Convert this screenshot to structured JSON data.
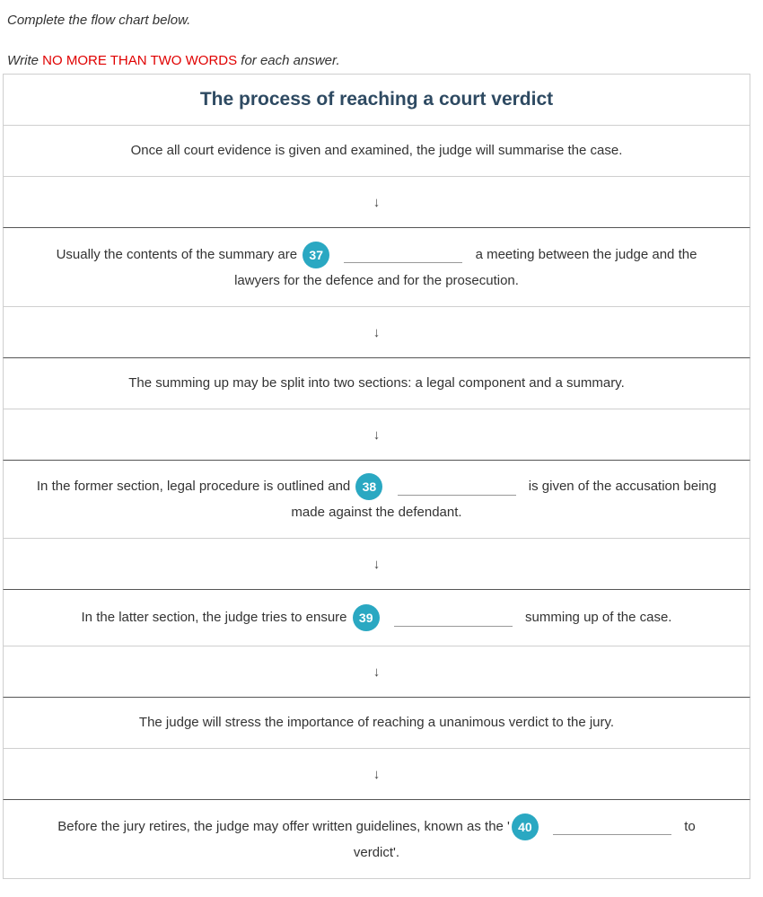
{
  "instructions": {
    "line1": "Complete the flow chart below.",
    "line2_prefix": "Write ",
    "line2_emphasis": "NO MORE THAN TWO WORDS",
    "line2_suffix": " for each answer."
  },
  "flowchart": {
    "title": "The process of reaching a court verdict",
    "arrow_symbol": "↓",
    "step1": "Once all court evidence is given and examined, the judge will summarise the case.",
    "step2": {
      "before": "Usually the contents of the summary are",
      "number": "37",
      "after": "a meeting between the judge and the",
      "line2": "lawyers for the defence and for the prosecution."
    },
    "step3": "The summing up may be split into two sections: a legal component and a summary.",
    "step4": {
      "before": "In the former section, legal procedure is outlined and",
      "number": "38",
      "after": "is given of the accusation being",
      "line2": "made against the defendant."
    },
    "step5": {
      "before": "In the latter section, the judge tries to ensure",
      "number": "39",
      "after": "summing up of the case."
    },
    "step6": "The judge will stress the importance of reaching a unanimous verdict to the jury.",
    "step7": {
      "before": "Before the jury retires, the judge may offer written guidelines, known as the '",
      "number": "40",
      "after": "to",
      "line2": "verdict'."
    }
  },
  "colors": {
    "badge": "#2aa8c2",
    "title": "#2e4a62",
    "emphasis": "#e00000"
  }
}
